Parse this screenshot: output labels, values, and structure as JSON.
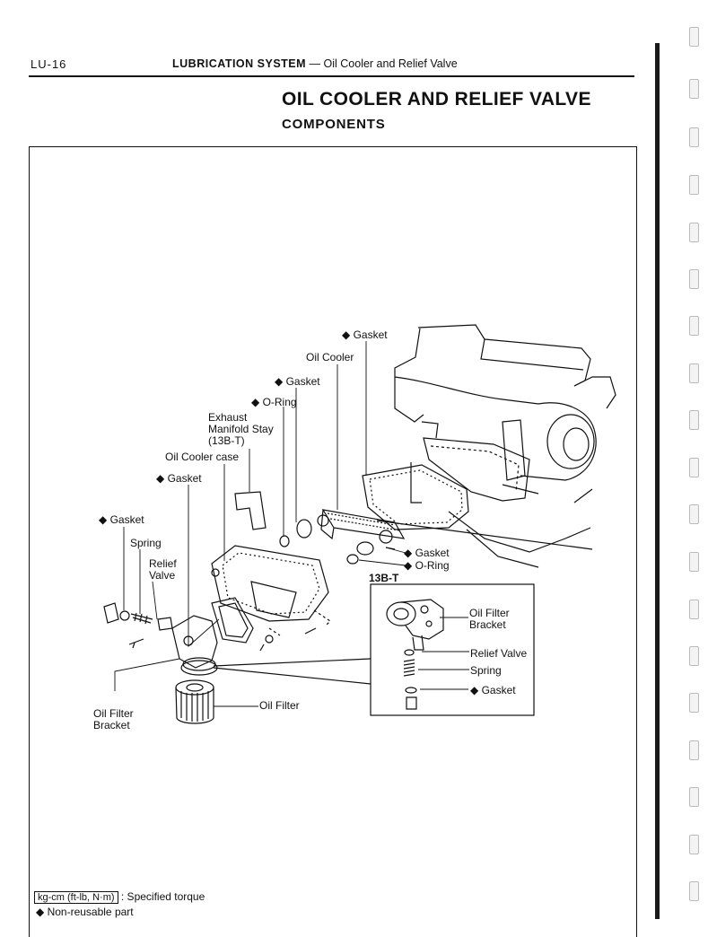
{
  "header": {
    "page_number": "LU-16",
    "section": "LUBRICATION SYSTEM",
    "dash": "—",
    "subsection": "Oil Cooler and Relief Valve"
  },
  "title": {
    "main": "OIL COOLER AND RELIEF VALVE",
    "sub": "COMPONENTS"
  },
  "callouts": {
    "gasket_top": "◆ Gasket",
    "oil_cooler": "Oil Cooler",
    "gasket_2": "◆ Gasket",
    "o_ring_1": "◆ O-Ring",
    "exhaust_stay_1": "Exhaust",
    "exhaust_stay_2": "Manifold Stay",
    "exhaust_stay_3": "(13B-T)",
    "oil_cooler_case": "Oil Cooler case",
    "gasket_3": "◆ Gasket",
    "gasket_left": "◆ Gasket",
    "spring": "Spring",
    "relief_valve_1": "Relief",
    "relief_valve_2": "Valve",
    "gasket_right": "◆ Gasket",
    "o_ring_right": "◆ O-Ring",
    "oil_filter_bracket_1": "Oil Filter",
    "oil_filter_bracket_2": "Bracket",
    "oil_filter": "Oil Filter"
  },
  "inset": {
    "title": "13B-T",
    "bracket_1": "Oil Filter",
    "bracket_2": "Bracket",
    "relief_valve": "Relief Valve",
    "spring": "Spring",
    "gasket": "◆ Gasket"
  },
  "legend": {
    "torque_unit": "kg-cm (ft-lb, N·m)",
    "torque_desc": ": Specified torque",
    "nonreusable": "◆ Non-reusable part"
  }
}
